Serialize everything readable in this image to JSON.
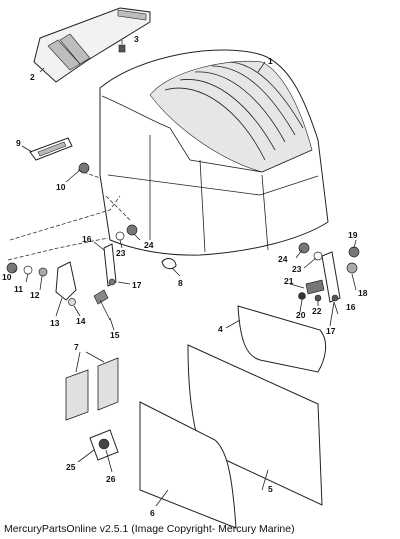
{
  "caption": "MercuryPartsOnline v2.5.1 (Image Copyright- Mercury Marine)",
  "callouts": {
    "c1": "1",
    "c2": "2",
    "c3": "3",
    "c4": "4",
    "c5": "5",
    "c6": "6",
    "c7": "7",
    "c8": "8",
    "c9": "9",
    "c10a": "10",
    "c10b": "10",
    "c11": "11",
    "c12": "12",
    "c13": "13",
    "c14": "14",
    "c15": "15",
    "c16a": "16",
    "c16b": "16",
    "c17a": "17",
    "c17b": "17",
    "c18": "18",
    "c19": "19",
    "c20": "20",
    "c21": "21",
    "c22": "22",
    "c23a": "23",
    "c23b": "23",
    "c24a": "24",
    "c24b": "24",
    "c25": "25",
    "c26": "26"
  },
  "colors": {
    "line": "#222222",
    "shade": "#999999",
    "light": "#dddddd"
  }
}
